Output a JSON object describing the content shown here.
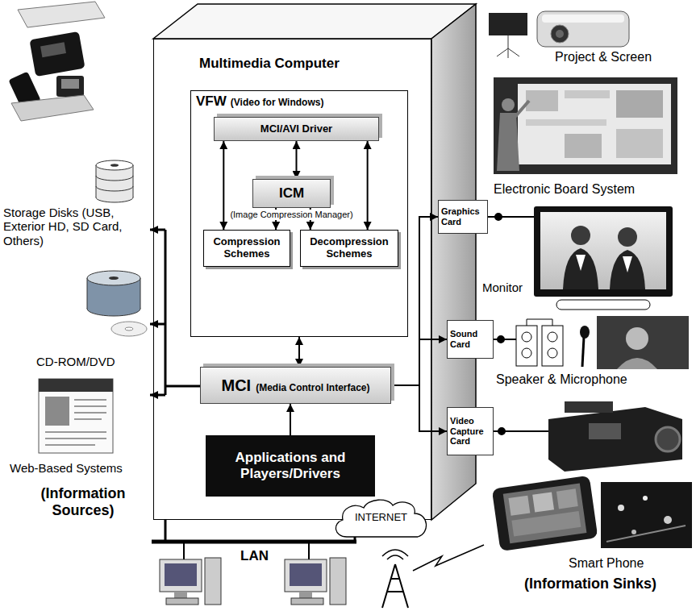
{
  "diagram": {
    "nodes": [
      {
        "text": [
          "Multimedia Computer"
        ]
      },
      {
        "text": [
          "VFW",
          "(Video for Windows)"
        ],
        "in": 0
      },
      {
        "text": [
          "MCI/AVI Driver"
        ],
        "in": 1
      },
      {
        "text": [
          "ICM",
          "(Image Compression Manager)"
        ],
        "in": 1
      },
      {
        "text": [
          "Compression Schemes"
        ],
        "in": 1
      },
      {
        "text": [
          "Decompression Schemes"
        ],
        "in": 1
      },
      {
        "text": [
          "MCI",
          "(Media Control Interface)"
        ],
        "in": 0
      },
      {
        "text": [
          "Applications and Players/Drivers"
        ],
        "in": 0
      },
      {
        "text": [
          "Graphics Card"
        ]
      },
      {
        "text": [
          "Sound Card"
        ]
      },
      {
        "text": [
          "Video Capture Card"
        ]
      },
      {
        "text": [
          "INTERNET"
        ]
      }
    ],
    "edges": [
      {
        "from": 2,
        "to": 3,
        "arrow": "both"
      },
      {
        "from": 2,
        "to": 4,
        "arrow": "both"
      },
      {
        "from": 2,
        "to": 5,
        "arrow": "both"
      },
      {
        "from": 3,
        "to": 4,
        "arrow": "to"
      },
      {
        "from": 3,
        "to": 5,
        "arrow": "to"
      },
      {
        "from": 1,
        "to": 6,
        "arrow": "both"
      },
      {
        "from": 7,
        "to": 6,
        "arrow": "to"
      },
      {
        "from": 6,
        "to": 8,
        "arrow": "to"
      },
      {
        "from": 6,
        "to": 9,
        "arrow": "to"
      },
      {
        "from": 6,
        "to": 10,
        "arrow": "to"
      }
    ],
    "labels": [
      "Project & Screen",
      "Electronic Board System",
      "Storage Disks (USB, Exterior HD, SD Card, Others)",
      "Monitor",
      "Speaker & Microphone",
      "CD-ROM/DVD",
      "Web-Based Systems",
      "Smart Phone",
      "(Information Sources)",
      "LAN",
      "(Information Sinks)"
    ]
  }
}
